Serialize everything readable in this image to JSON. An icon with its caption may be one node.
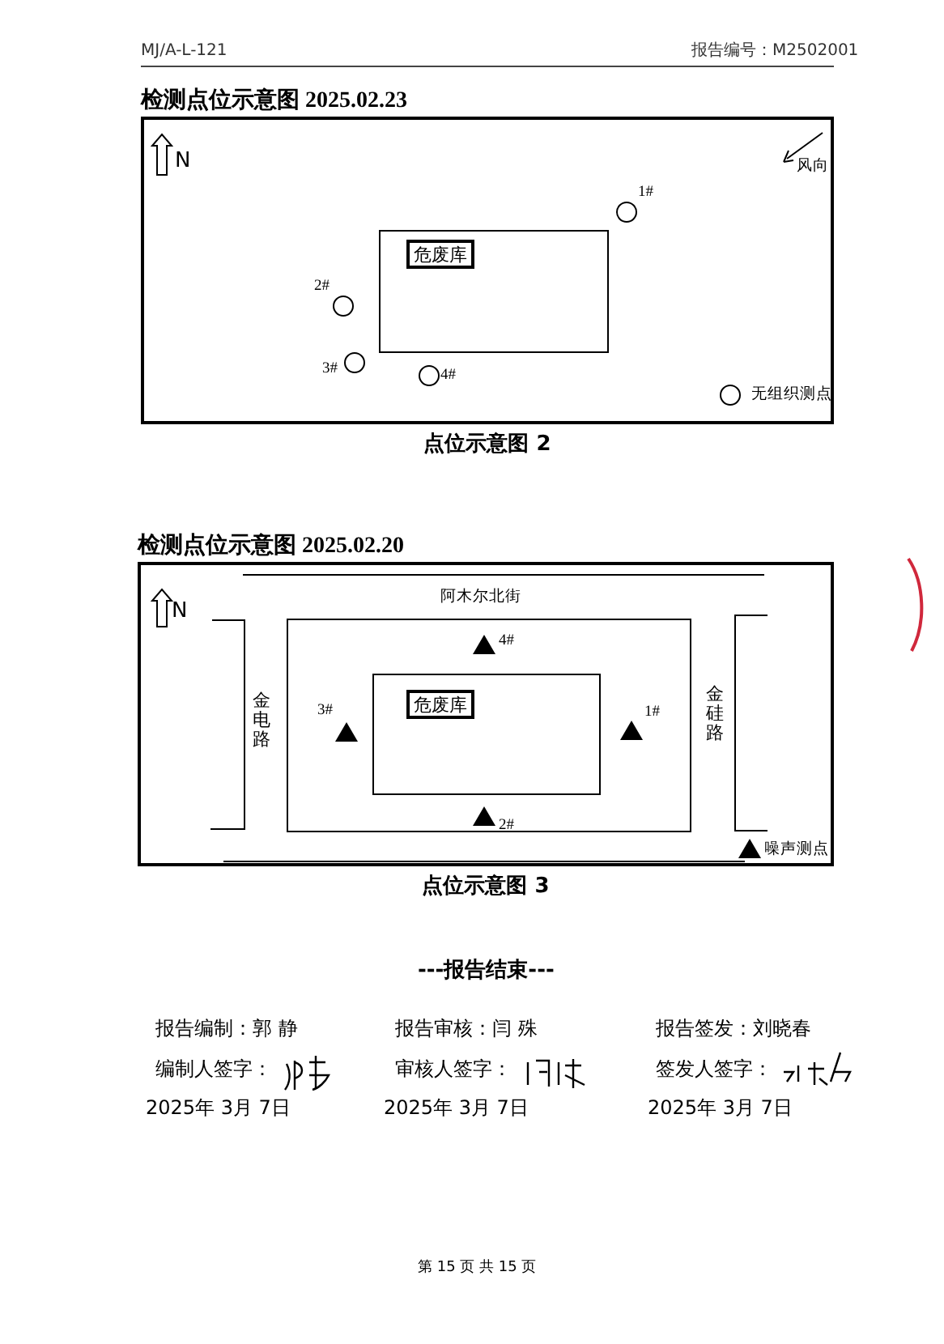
{
  "diagram": {
    "nodes": [
      {
        "text": [
          "检测点位示意图 2025.02.23"
        ],
        "beside": [
          "点位示意图 2"
        ]
      },
      {
        "text": [],
        "shape": "box",
        "in": 0
      },
      {
        "text": [
          "危废库"
        ],
        "in": 1
      },
      {
        "text": [
          "检测点位示意图 2025.02.20"
        ],
        "beside": [
          "点位示意图 3"
        ]
      },
      {
        "text": [],
        "shape": "box",
        "in": 3
      },
      {
        "text": [],
        "shape": "box",
        "in": 4
      },
      {
        "text": [
          "危废库"
        ],
        "in": 5
      }
    ],
    "edges": [],
    "labels": [
      "MJ/A-L-121",
      "报告编号：M2502001",
      "N",
      "风向",
      "1#",
      "2#",
      "3#",
      "4#",
      "无组织测点",
      "N",
      "阿木尔北街",
      "金电路",
      "4#",
      "3#",
      "1#",
      "2#",
      "金硅路",
      "噪声测点",
      "---报告结束---",
      "报告编制：郭 静",
      "报告审核：闫 殊",
      "报告签发：刘晓春",
      "编制人签字：",
      "审核人签字：",
      "签发人签字：",
      "2025年 3月 7日",
      "2025年 3月 7日",
      "2025年 3月 7日",
      "第 15 页 共 15 页"
    ]
  }
}
